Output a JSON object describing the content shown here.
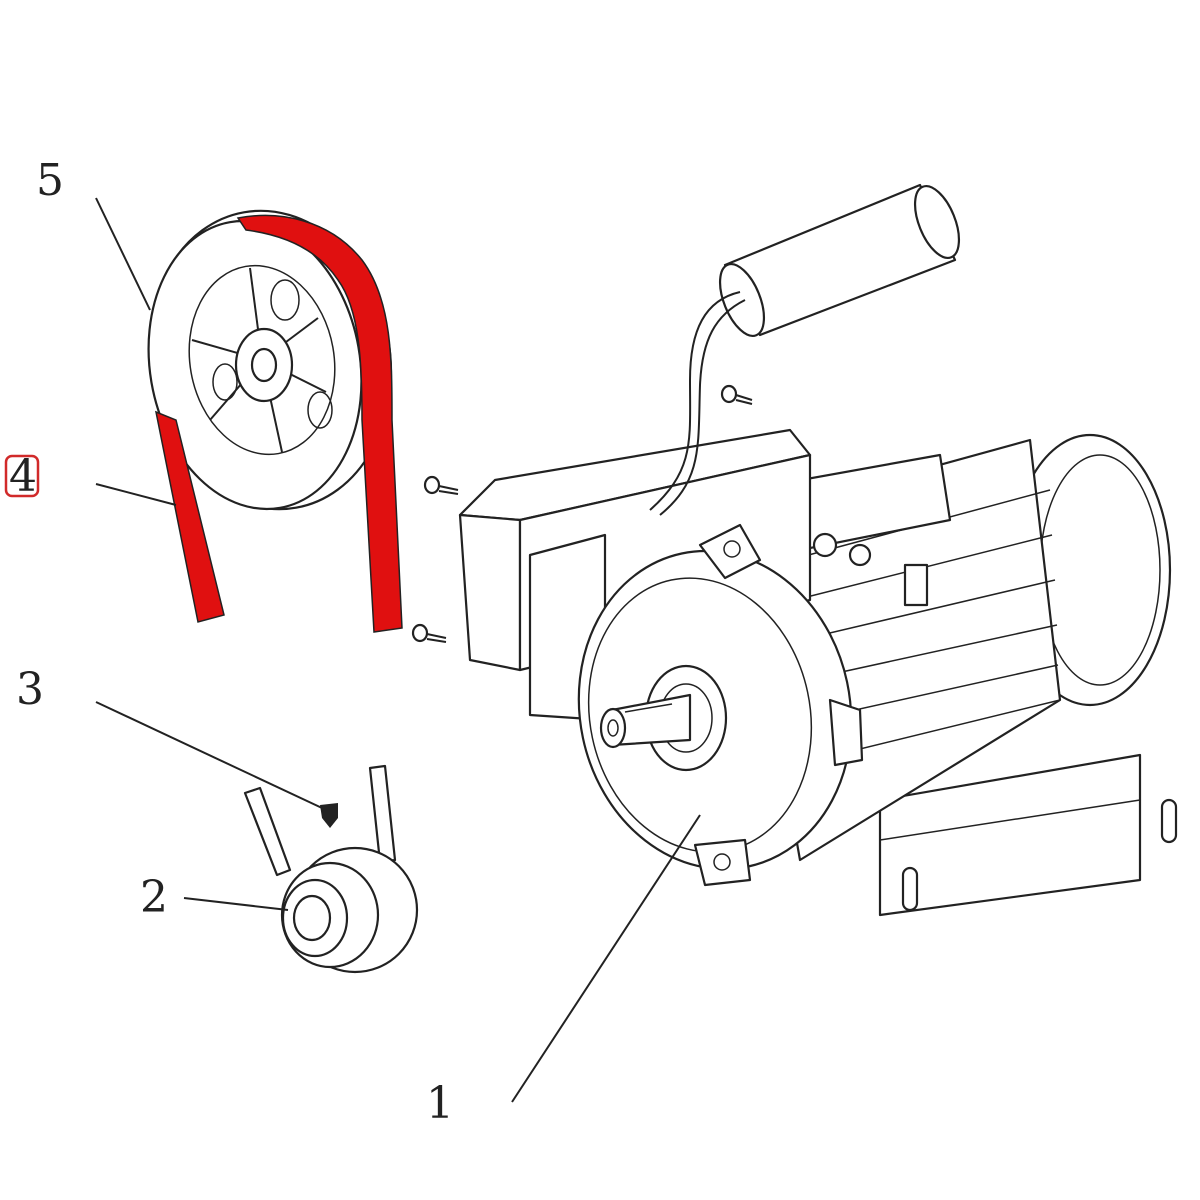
{
  "diagram": {
    "callouts": [
      {
        "id": "callout-1",
        "text": "1"
      },
      {
        "id": "callout-2",
        "text": "2"
      },
      {
        "id": "callout-3",
        "text": "3"
      },
      {
        "id": "callout-4",
        "text": "4",
        "highlighted": true
      },
      {
        "id": "callout-5",
        "text": "5"
      }
    ],
    "colors": {
      "highlight": "#e01010",
      "highlight_box": "#d12a2a",
      "line": "#222222",
      "background": "#ffffff"
    }
  }
}
